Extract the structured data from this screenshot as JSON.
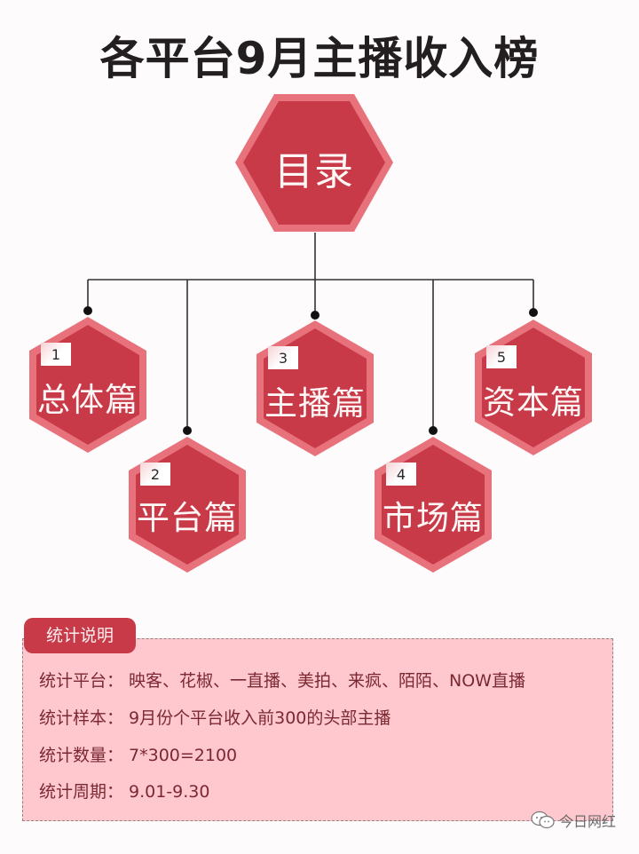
{
  "title": "各平台9月主播收入榜",
  "root": {
    "label": "目录"
  },
  "sections": [
    {
      "number": "1",
      "label": "总体篇"
    },
    {
      "number": "2",
      "label": "平台篇"
    },
    {
      "number": "3",
      "label": "主播篇"
    },
    {
      "number": "4",
      "label": "市场篇"
    },
    {
      "number": "5",
      "label": "资本篇"
    }
  ],
  "notes": {
    "heading": "统计说明",
    "rows": [
      {
        "key": "统计平台：",
        "value": "映客、花椒、一直播、美拍、来疯、陌陌、NOW直播"
      },
      {
        "key": "统计样本：",
        "value": "9月份个平台收入前300的头部主播"
      },
      {
        "key": "统计数量：",
        "value": "7*300=2100"
      },
      {
        "key": "统计周期：",
        "value": "9.01-9.30"
      }
    ]
  },
  "watermark": {
    "icon": "wechat-icon",
    "text": "今日网红"
  },
  "colors": {
    "hex_fill": "#c93a48",
    "hex_border": "#e8727c",
    "notes_bg": "#ffc8cf",
    "tab_bg": "#c83a48"
  }
}
